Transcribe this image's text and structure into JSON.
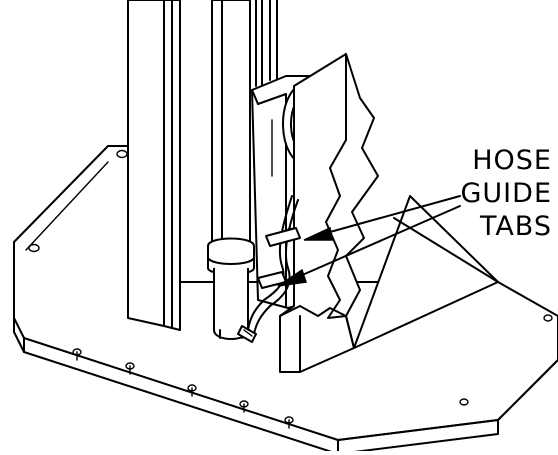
{
  "figure": {
    "callout_lines": [
      "HOSE",
      "GUIDE",
      "TABS"
    ]
  },
  "colors": {
    "line": "#000000",
    "background": "#ffffff"
  }
}
